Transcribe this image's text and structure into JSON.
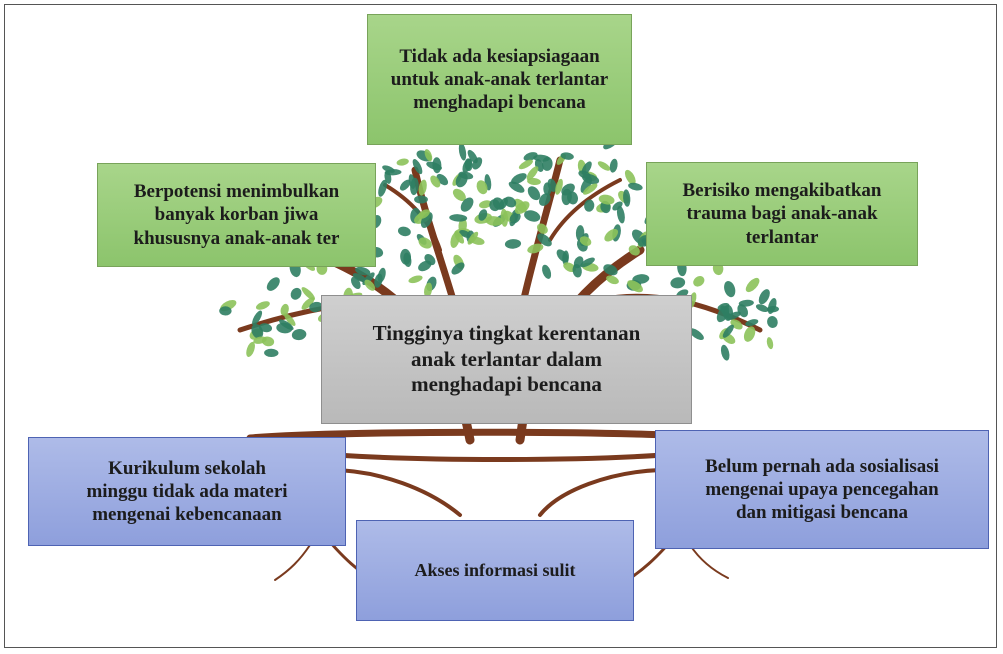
{
  "boxes": {
    "top": "Tidak ada kesiapsiagaan\nuntuk anak-anak terlantar\nmenghadapi bencana",
    "left": "Berpotensi menimbulkan\nbanyak korban jiwa\nkhususnya anak-anak ter",
    "right": "Berisiko mengakibatkan\ntrauma bagi anak-anak\nterlantar",
    "center": "Tingginya tingkat kerentanan\nanak terlantar dalam\nmenghadapi bencana",
    "bottom_left": "Kurikulum sekolah\nminggu tidak ada materi\nmengenai kebencanaan",
    "bottom_right": "Belum pernah ada sosialisasi\nmengenai upaya pencegahan\ndan mitigasi bencana",
    "bottom_center": "Akses informasi sulit"
  },
  "colors": {
    "effect_box": "#94c874",
    "core_box": "#c4c4c4",
    "cause_box": "#9aaae0",
    "trunk": "#7a3a1e",
    "leaf_dark": "#2f7e63",
    "leaf_light": "#8cc25a"
  }
}
